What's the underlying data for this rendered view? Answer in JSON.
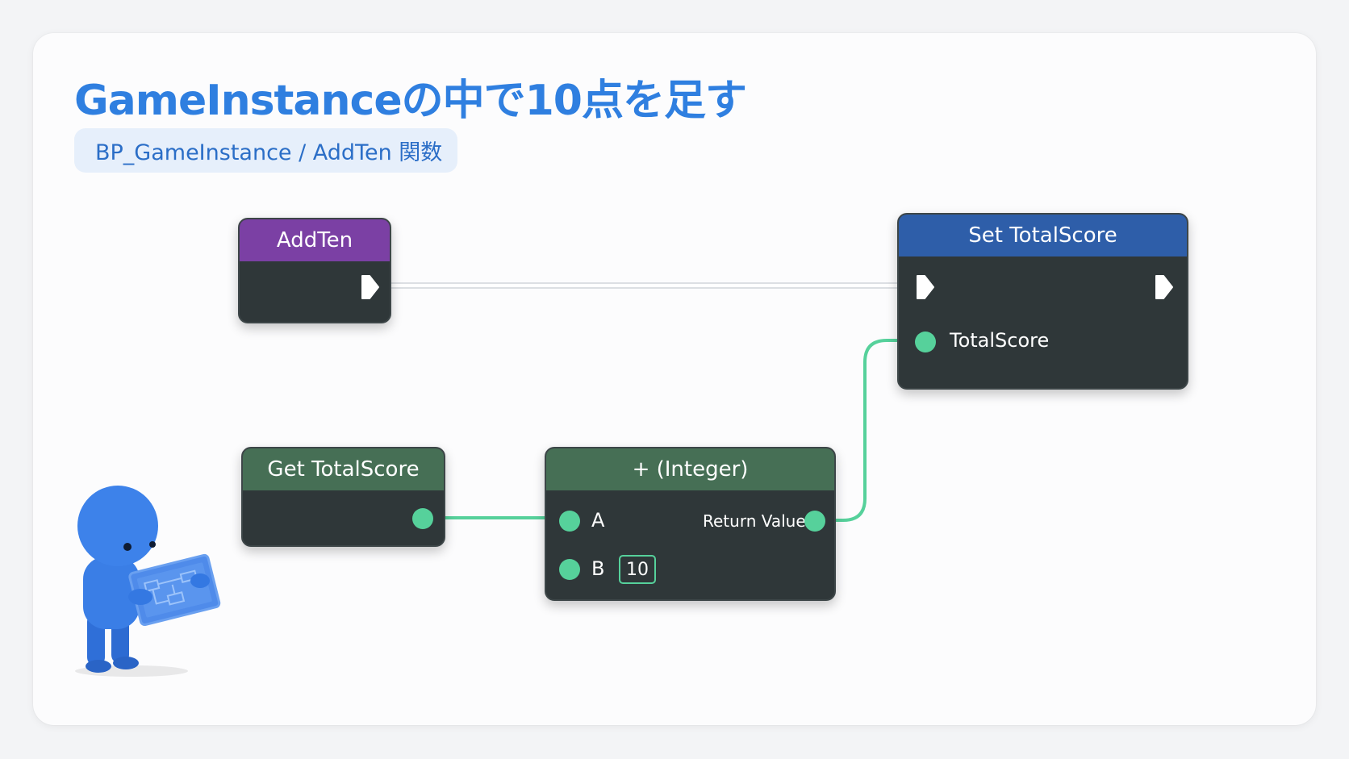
{
  "title": "GameInstanceの中で10点を足す",
  "subtitle": "BP_GameInstance / AddTen 関数",
  "nodes": {
    "add_ten": {
      "title": "AddTen"
    },
    "set_total_score": {
      "title": "Set TotalScore",
      "input_pin": "TotalScore"
    },
    "get_total_score": {
      "title": "Get TotalScore"
    },
    "add_integer": {
      "title": "+ (Integer)",
      "pin_a": "A",
      "pin_b": "B",
      "pin_b_value": "10",
      "return_label": "Return Value"
    }
  },
  "colors": {
    "title": "#2f7fe0",
    "exec_wire": "#ffffff",
    "data_wire": "#56d19b",
    "header_event": "#7b40a4",
    "header_set": "#2e5ea9",
    "header_pure": "#466f55",
    "node_body": "#2f3739"
  },
  "mascot": {
    "icon": "blue-figure-holding-blueprint-tablet"
  }
}
